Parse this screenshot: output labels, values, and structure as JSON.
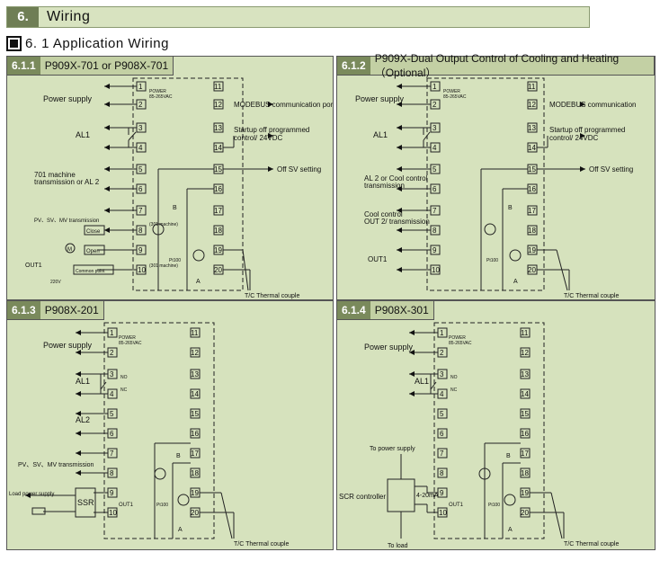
{
  "header": {
    "number": "6.",
    "title": "Wiring"
  },
  "section": {
    "title": "6. 1 Application Wiring"
  },
  "panels": [
    {
      "number": "6.1.1",
      "title": "P909X-701 or P908X-701",
      "labels": {
        "power_supply": "Power supply",
        "power": "POWER",
        "range": "85-265VAC",
        "modbus": "MODEBUS communication port",
        "al1": "AL1",
        "startup": "Startup off programmed",
        "control": "control/ 24VDC",
        "off_sv": "Off SV setting",
        "machine": "701 machine",
        "transmission": "transmission or AL 2",
        "pv": "PV、SV、MV transmission",
        "close": "Close",
        "open": "Open",
        "out1": "OUT1",
        "m301a": "(301 machine)",
        "m301b": "(301 machine)",
        "common": "Common point",
        "v220": "220V",
        "m_sym": "M",
        "tc": "T/C Thermal couple",
        "pt": "Pt100",
        "b": "B",
        "a": "A"
      }
    },
    {
      "number": "6.1.2",
      "title": "P909X-Dual Output Control of Cooling and Heating（Optional）",
      "labels": {
        "power_supply": "Power supply",
        "power": "POWER",
        "range": "85-265VAC",
        "modbus": "MODEBUS communication",
        "al1": "AL1",
        "startup": "Startup off programmed",
        "control": "control/ 24VDC",
        "off_sv": "Off SV setting",
        "al2": "AL 2 or Cool control",
        "transmission": "transmission",
        "cool": "Cool control",
        "out2": "OUT 2/ transmission",
        "out1": "OUT1",
        "tc": "T/C Thermal couple",
        "pt": "Pt100",
        "b": "B",
        "a": "A"
      }
    },
    {
      "number": "6.1.3",
      "title": "P908X-201",
      "labels": {
        "power_supply": "Power supply",
        "power": "POWER",
        "range": "85-265VAC",
        "al1": "AL1",
        "al2": "AL2",
        "no": "NO",
        "nc": "NC",
        "pv": "PV、SV、MV transmission",
        "load": "Load power supply",
        "ssr": "SSR",
        "out1": "OUT1",
        "tc": "T/C Thermal couple",
        "pt": "Pt100",
        "b": "B",
        "a": "A"
      }
    },
    {
      "number": "6.1.4",
      "title": "P908X-301",
      "labels": {
        "power_supply": "Power supply",
        "power": "POWER",
        "range": "85-265VAC",
        "al1": "AL1",
        "no": "NO",
        "nc": "NC",
        "to_power": "To power supply",
        "scr": "SCR controller",
        "ma": "4-20mA",
        "out1": "OUT1",
        "to_load": "To load",
        "tc": "T/C Thermal couple",
        "pt": "Pt100",
        "b": "B",
        "a": "A"
      }
    }
  ]
}
